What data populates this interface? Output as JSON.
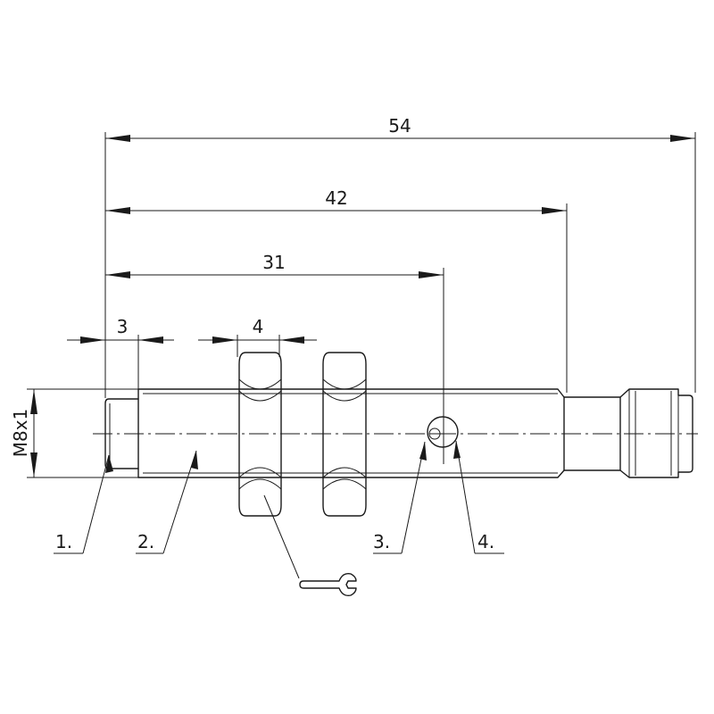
{
  "dimensions": {
    "overall_length": "54",
    "thread_length": "42",
    "reference_length": "31",
    "front_length": "3",
    "nut_thickness": "4",
    "thread_size": "M8x1"
  },
  "callouts": {
    "c1": "1.",
    "c2": "2.",
    "c3": "3.",
    "c4": "4."
  },
  "icons": {
    "tool": "wrench-icon"
  }
}
